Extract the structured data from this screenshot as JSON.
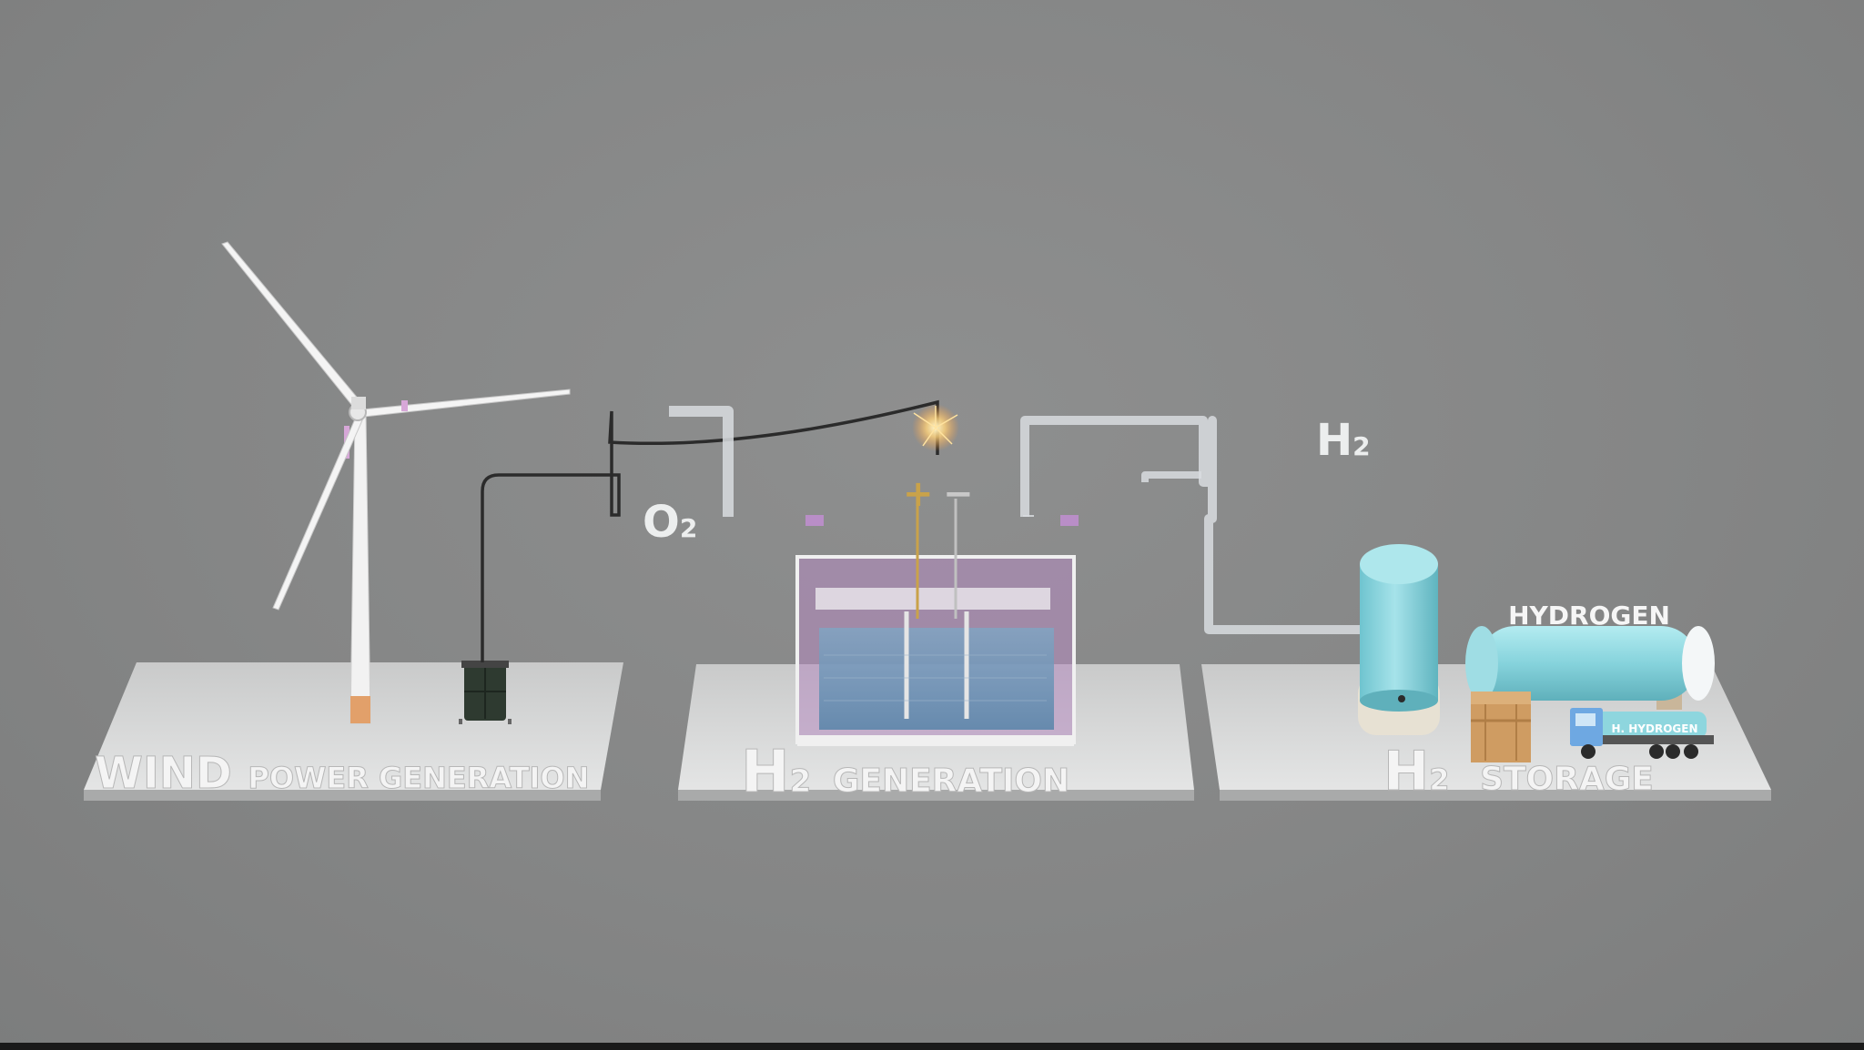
{
  "sections": {
    "wind": {
      "title_big": "WIND",
      "title_small": "POWER GENERATION"
    },
    "generation": {
      "title_big": "H",
      "title_sub": "2",
      "title_small": "GENERATION"
    },
    "storage": {
      "title_big": "H",
      "title_sub": "2",
      "title_small": "STORAGE"
    }
  },
  "labels": {
    "o2_main": "O",
    "o2_sub": "2",
    "h2_main": "H",
    "h2_sub": "2",
    "plus": "+",
    "minus": "−"
  },
  "storage": {
    "tank_label": "HYDROGEN",
    "truck_label": "H. HYDROGEN"
  },
  "colors": {
    "background": "#868787",
    "platform": "#d9dadb",
    "tank": "#86d3dc",
    "electrolyzer_tint": "#b48bc0",
    "wire": "#2b2b2b",
    "anode_gold": "#c9a24a"
  }
}
